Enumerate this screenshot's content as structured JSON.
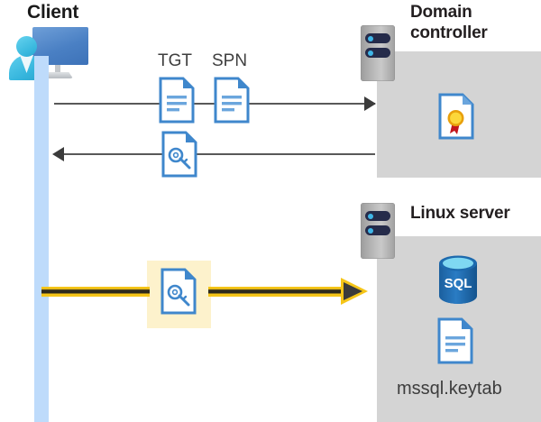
{
  "diagram": {
    "title_client": "Client",
    "title_domain_controller": "Domain controller",
    "title_linux_server": "Linux server",
    "labels": {
      "tgt": "TGT",
      "spn": "SPN",
      "keytab_filename": "mssql.keytab",
      "sql_text": "SQL"
    },
    "icons": {
      "client": "client-workstation-icon",
      "server_dc": "server-rack-icon",
      "server_linux": "server-rack-icon",
      "doc_tgt": "document-icon",
      "doc_spn": "document-icon",
      "doc_key_response": "document-key-icon",
      "doc_key_request": "document-key-icon",
      "doc_certificate": "certificate-document-icon",
      "doc_keytab": "document-icon",
      "database": "sql-database-icon"
    },
    "flows": [
      {
        "name": "tgt-spn-request",
        "direction": "client-to-domain-controller",
        "style": "gray-arrow"
      },
      {
        "name": "service-ticket-response",
        "direction": "domain-controller-to-client",
        "style": "gray-arrow"
      },
      {
        "name": "service-ticket-to-linux-server",
        "direction": "client-to-linux-server",
        "style": "yellow-highlighted-arrow"
      }
    ],
    "colors": {
      "panel_gray": "#d4d4d4",
      "lifeline_blue": "#bedbfb",
      "highlight_yellow": "#fdf2cc",
      "arrow_yellow": "#f5c518",
      "arrow_dark": "#3b3b3b",
      "doc_blue": "#3f87cc",
      "sql_blue": "#1f6bb0",
      "seal_gold": "#f5c518",
      "ribbon_red": "#c3161c",
      "text_dark": "#231f20"
    }
  }
}
